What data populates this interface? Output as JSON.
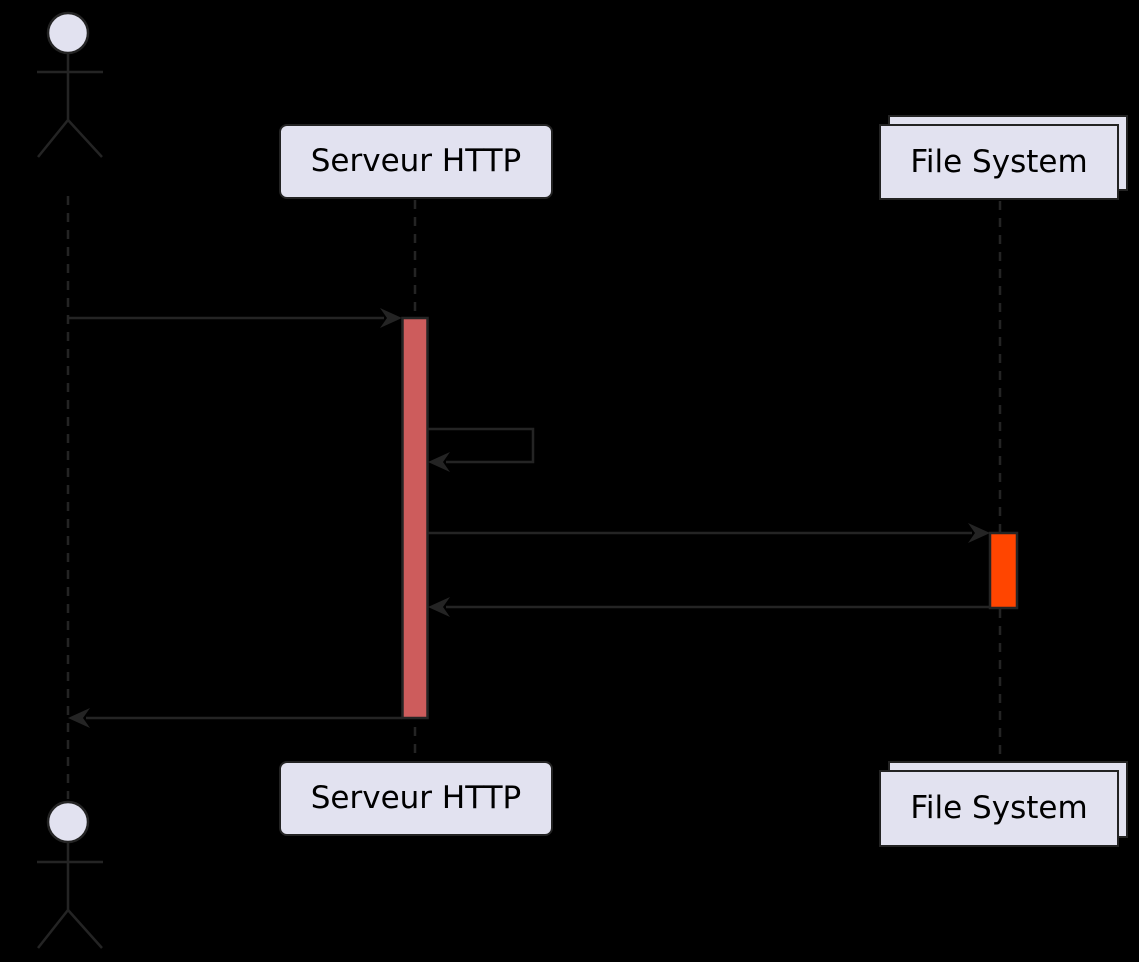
{
  "diagram": {
    "type": "uml-sequence-diagram",
    "participants": {
      "user": {
        "kind": "actor",
        "label": ""
      },
      "server": {
        "kind": "participant",
        "label": "Serveur HTTP"
      },
      "filesystem": {
        "kind": "collections",
        "label": "File System"
      }
    },
    "messages": [
      {
        "from": "user",
        "to": "server",
        "label": "",
        "kind": "solid-arrow"
      },
      {
        "from": "server",
        "to": "server",
        "label": "",
        "kind": "self-message"
      },
      {
        "from": "server",
        "to": "filesystem",
        "label": "",
        "kind": "solid-arrow"
      },
      {
        "from": "filesystem",
        "to": "server",
        "label": "",
        "kind": "solid-arrow"
      },
      {
        "from": "server",
        "to": "user",
        "label": "",
        "kind": "solid-arrow"
      }
    ],
    "activations": [
      {
        "on": "server",
        "color": "#cd5c5c"
      },
      {
        "on": "filesystem",
        "color": "#ff4500"
      }
    ]
  },
  "colors": {
    "background": "#000000",
    "line": "#242424",
    "participant_fill": "#e2e2f0",
    "participant_border": "#232323",
    "text": "#000000",
    "activation_server": "#cd5c5c",
    "activation_filesystem": "#ff4500"
  }
}
